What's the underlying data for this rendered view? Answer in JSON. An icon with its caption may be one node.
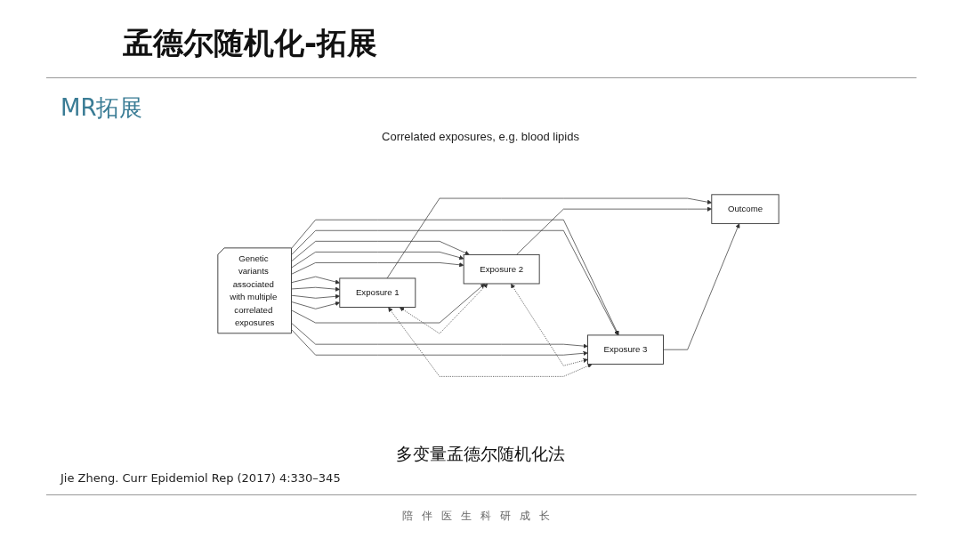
{
  "diagram": {
    "title": "孟德尔随机化-拓展",
    "caption": "多变量孟德尔随机化法",
    "nodes": [
      {
        "text": [
          "Genetic variants associated with multiple correlated exposures"
        ]
      },
      {
        "text": [
          "Exposure 1"
        ]
      },
      {
        "text": [
          "Exposure 2"
        ]
      },
      {
        "text": [
          "Exposure 3"
        ]
      },
      {
        "text": [
          "Outcome"
        ]
      }
    ],
    "edges": [
      {
        "from": 0,
        "to": 1,
        "arrow": "to"
      },
      {
        "from": 0,
        "to": 2,
        "arrow": "to"
      },
      {
        "from": 0,
        "to": 3,
        "arrow": "to"
      },
      {
        "from": 0,
        "to": 1,
        "arrow": "to"
      },
      {
        "from": 0,
        "to": 2,
        "arrow": "to"
      },
      {
        "from": 0,
        "to": 3,
        "arrow": "to"
      },
      {
        "from": 0,
        "to": 1,
        "arrow": "to"
      },
      {
        "from": 0,
        "to": 2,
        "arrow": "to"
      },
      {
        "from": 0,
        "to": 3,
        "arrow": "to"
      },
      {
        "from": 0,
        "to": 1,
        "arrow": "to"
      },
      {
        "from": 0,
        "to": 2,
        "arrow": "to"
      },
      {
        "from": 0,
        "to": 3,
        "arrow": "to"
      },
      {
        "from": 1,
        "to": 2,
        "arrow": "both",
        "style": "dashed"
      },
      {
        "from": 2,
        "to": 3,
        "arrow": "both",
        "style": "dashed"
      },
      {
        "from": 1,
        "to": 3,
        "arrow": "both",
        "style": "dashed"
      },
      {
        "from": 1,
        "to": 4,
        "arrow": "to"
      },
      {
        "from": 2,
        "to": 4,
        "arrow": "to"
      },
      {
        "from": 3,
        "to": 4,
        "arrow": "to"
      }
    ],
    "labels": [
      "MR拓展",
      "Correlated exposures, e.g. blood lipids",
      "Jie Zheng. Curr Epidemiol Rep (2017) 4:330–345",
      "陪伴医生科研成长"
    ]
  }
}
